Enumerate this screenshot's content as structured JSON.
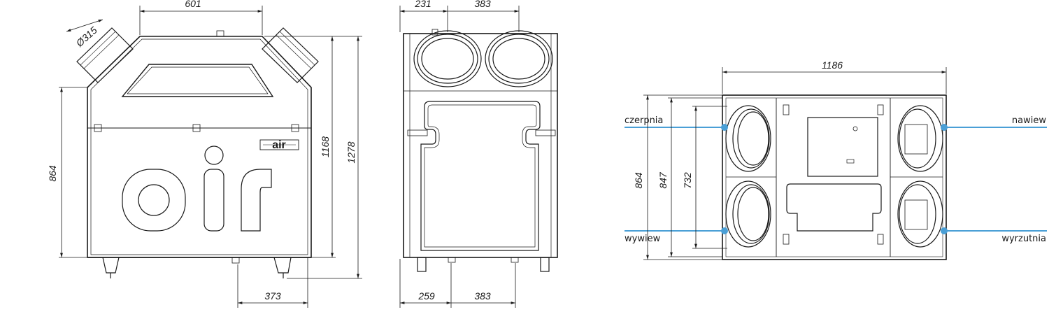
{
  "colors": {
    "line": "#1a1a1a",
    "connection_accent": "#4a9fd6"
  },
  "views": {
    "front": {
      "dimensions": {
        "top_width": "601",
        "duct_diameter": "Ø315",
        "body_height": "864",
        "height_total": "1168",
        "height_with_feet": "1278",
        "bottom_offset": "373"
      },
      "logo_text": "air"
    },
    "side": {
      "dimensions": {
        "top_left": "231",
        "top_spacing": "383",
        "bottom_left": "259",
        "bottom_spacing": "383"
      }
    },
    "top": {
      "dimensions": {
        "width": "1186",
        "height_outer": "864",
        "height_mid": "847",
        "height_inner": "732"
      },
      "connections": {
        "top_left": "czerpnia",
        "top_right": "nawiew",
        "bottom_left": "wywiew",
        "bottom_right": "wyrzutnia"
      }
    }
  }
}
